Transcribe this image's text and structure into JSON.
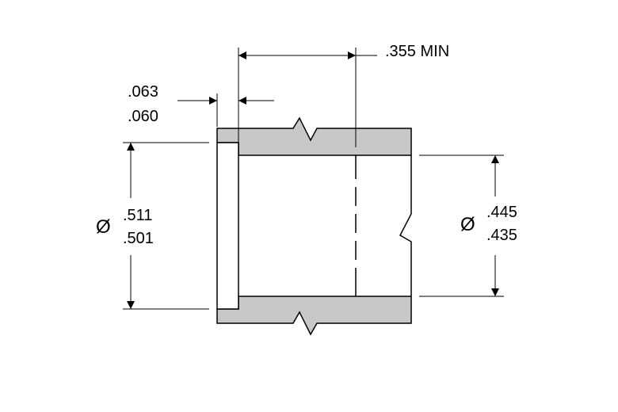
{
  "colors": {
    "section_fill": "#c8c8c8",
    "line": "#000000",
    "background": "#ffffff"
  },
  "dimensions": {
    "length_min": ".355 MIN",
    "flange_thickness": {
      "max": ".063",
      "min": ".060"
    },
    "outer_diameter": {
      "symbol": "Ø",
      "max": ".511",
      "min": ".501"
    },
    "inner_diameter": {
      "symbol": "Ø",
      "max": ".445",
      "min": ".435"
    }
  }
}
